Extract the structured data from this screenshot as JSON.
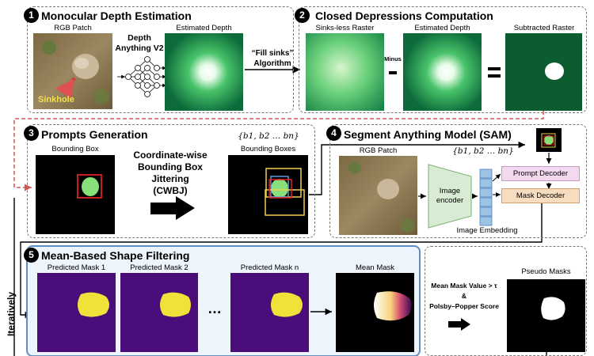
{
  "sections": {
    "s1": {
      "number": "1",
      "title": "Monocular  Depth Estimation"
    },
    "s2": {
      "number": "2",
      "title": "Closed Depressions Computation"
    },
    "s3": {
      "number": "3",
      "title": "Prompts Generation"
    },
    "s4": {
      "number": "4",
      "title": "Segment Anything Model (SAM)"
    },
    "s5": {
      "number": "5",
      "title": "Mean-Based Shape Filtering"
    }
  },
  "labels": {
    "rgb_patch_1": "RGB Patch",
    "sinkhole": "Sinkhole",
    "depth_model_line1": "Depth",
    "depth_model_line2": "Anything V2",
    "estimated_depth_1": "Estimated Depth",
    "fill_sinks_line1": "“Fill sinks”",
    "fill_sinks_line2": "Algorithm",
    "sinks_less": "Sinks-less Raster",
    "minus": "Minus",
    "estimated_depth_2": "Estimated Depth",
    "subtracted": "Subtracted Raster",
    "bounding_box": "Bounding Box",
    "cwbj_line1": "Coordinate-wise",
    "cwbj_line2": "Bounding Box",
    "cwbj_line3": "Jittering",
    "cwbj_line4": "(CWBJ)",
    "bset_1": "{b1, b2 … bn}",
    "bounding_boxes": "Bounding Boxes",
    "bset_2": "{b1, b2 … bn}",
    "rgb_patch_2": "RGB Patch",
    "image_encoder_line1": "Image",
    "image_encoder_line2": "encoder",
    "image_embedding": "Image Embedding",
    "prompt_decoder": "Prompt Decoder",
    "mask_decoder": "Mask Decoder",
    "predicted_mask_1": "Predicted Mask 1",
    "predicted_mask_2": "Predicted Mask 2",
    "ellipsis": "…",
    "predicted_mask_n": "Predicted Mask n",
    "mean_mask": "Mean Mask",
    "criteria_line1": "Mean Mask Value > τ",
    "criteria_line2": "&",
    "criteria_line3": "Polsby–Popper Score",
    "pseudo_masks": "Pseudo Masks",
    "iteratively": "Iteratively"
  },
  "colors": {
    "feedback_arrow": "#e05050",
    "selection_border": "#5b8fc7",
    "prompt_decoder_fill": "#f3d9f0",
    "mask_decoder_fill": "#f8dcc0",
    "encoder_fill": "#d7ecd2",
    "embedding_fill": "#9cc3e6",
    "mask_background": "#4b0d7a",
    "mask_foreground": "#f1e23a"
  },
  "icons": [
    "neural-network-icon",
    "arrow-right-icon",
    "feedback-arrow-icon"
  ]
}
